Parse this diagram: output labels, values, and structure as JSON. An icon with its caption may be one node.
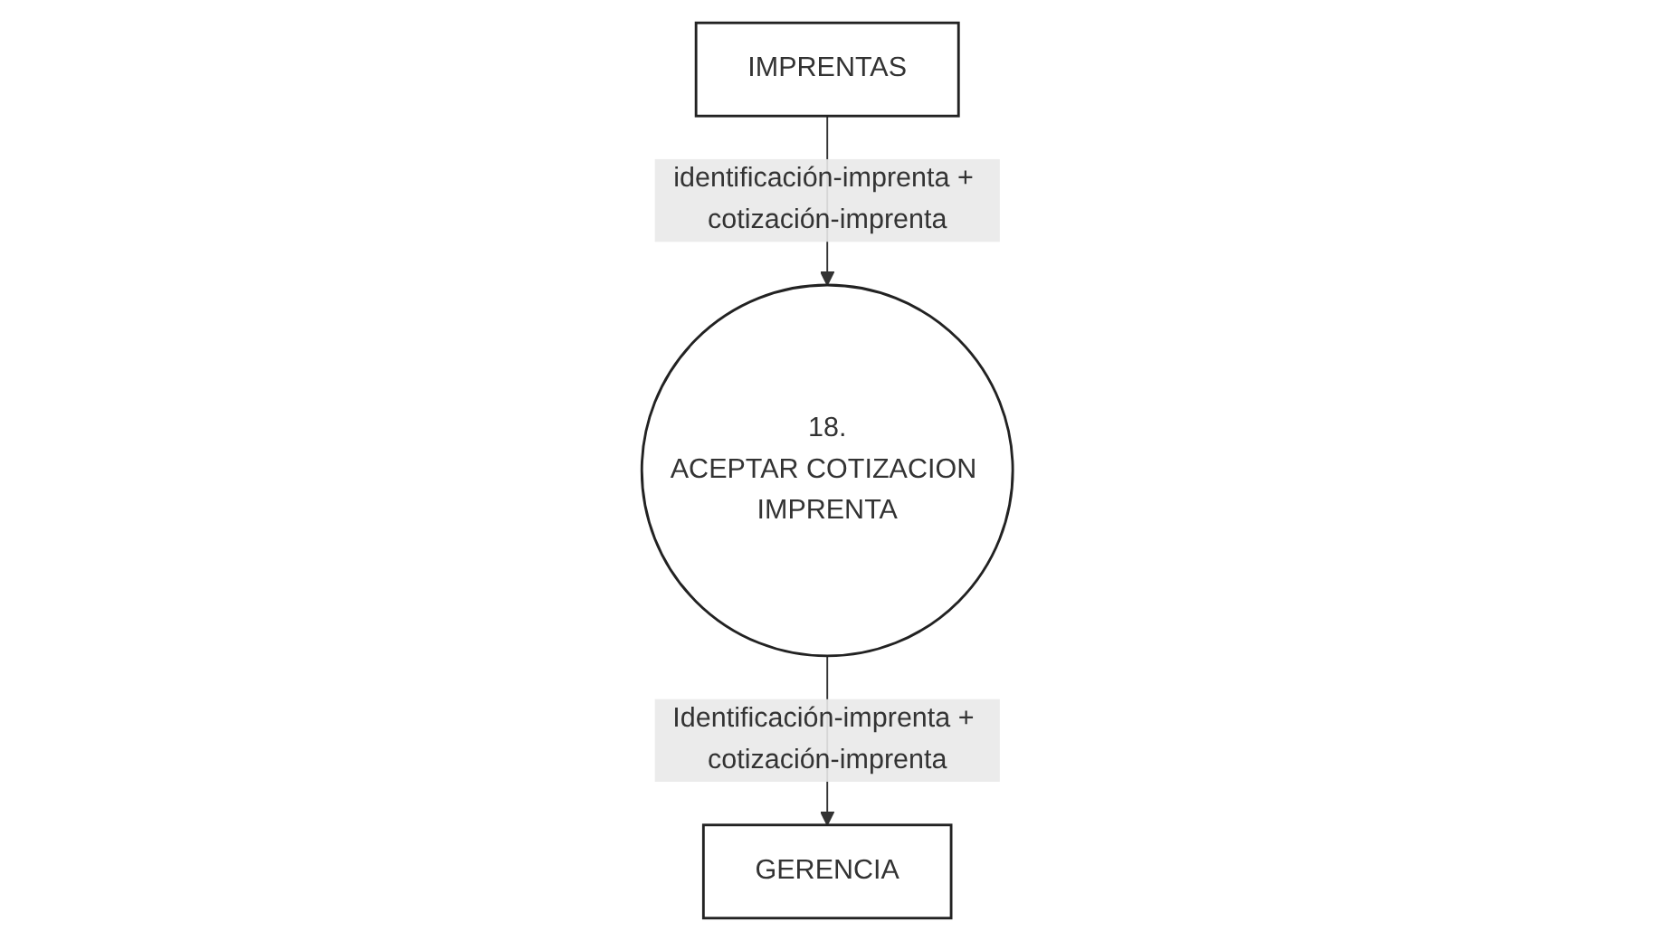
{
  "diagram": {
    "nodes": [
      {
        "text": [
          "IMPRENTAS"
        ]
      },
      {
        "text": [
          "18.",
          "ACEPTAR COTIZACION IMPRENTA"
        ]
      },
      {
        "text": [
          "GERENCIA"
        ]
      }
    ],
    "edges": [
      {
        "from": 0,
        "to": 1,
        "arrow": "to",
        "label": "identificación-imprenta + cotización-imprenta"
      },
      {
        "from": 1,
        "to": 2,
        "arrow": "to",
        "label": "Identificación-imprenta + cotización-imprenta"
      }
    ]
  }
}
